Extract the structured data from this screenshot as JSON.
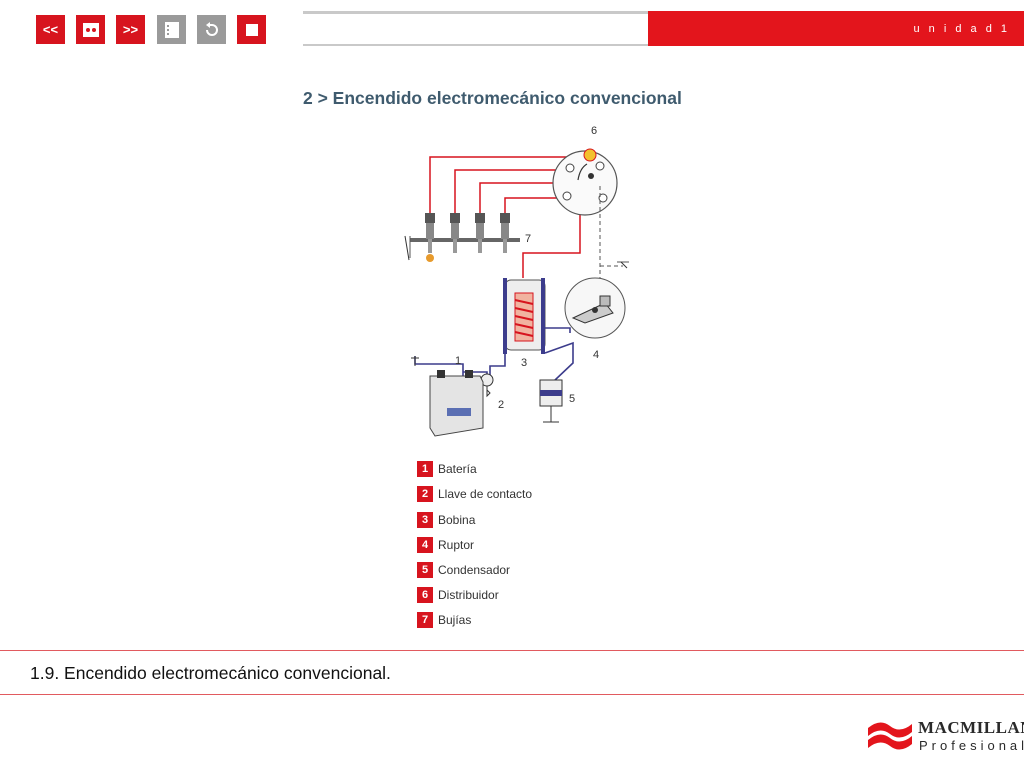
{
  "toolbar": {
    "buttons": [
      {
        "name": "previous",
        "label": "<<",
        "icon": "double-chevron-left"
      },
      {
        "name": "index",
        "label": "",
        "icon": "dice-grid"
      },
      {
        "name": "next",
        "label": ">>",
        "icon": "double-chevron-right"
      },
      {
        "name": "contents",
        "label": "",
        "icon": "list"
      },
      {
        "name": "back",
        "label": "",
        "icon": "undo-arrow"
      },
      {
        "name": "exit",
        "label": "",
        "icon": "stop-square"
      }
    ]
  },
  "header": {
    "unit": "u n i d a d  1"
  },
  "section_title": "2 > Encendido electromecánico convencional",
  "diagram": {
    "labels": [
      "1",
      "2",
      "3",
      "4",
      "5",
      "6",
      "7"
    ]
  },
  "legend": [
    {
      "num": "1",
      "label": "Batería"
    },
    {
      "num": "2",
      "label": "Llave de contacto"
    },
    {
      "num": "3",
      "label": "Bobina"
    },
    {
      "num": "4",
      "label": "Ruptor"
    },
    {
      "num": "5",
      "label": "Condensador"
    },
    {
      "num": "6",
      "label": "Distribuidor"
    },
    {
      "num": "7",
      "label": "Bujías"
    }
  ],
  "caption": "1.9. Encendido electromecánico convencional.",
  "logo": {
    "name": "MACMILLAN",
    "sub": "Profesional"
  },
  "colors": {
    "brand_red": "#e3151c",
    "title_blue": "#3f5b6e",
    "wire_red": "#d7141e",
    "wire_blue": "#3c3c8c"
  }
}
